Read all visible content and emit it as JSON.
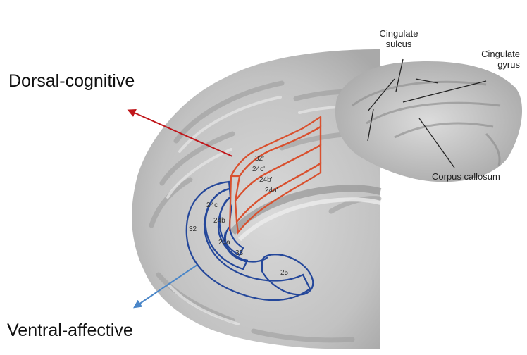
{
  "labels": {
    "dorsal": "Dorsal-cognitive",
    "ventral": "Ventral-affective",
    "cingulate_sulcus_line1": "Cingulate",
    "cingulate_sulcus_line2": "sulcus",
    "cingulate_gyrus_line1": "Cingulate",
    "cingulate_gyrus_line2": "gyrus",
    "corpus_callosum": "Corpus callosum"
  },
  "regions": {
    "dorsal": [
      "32'",
      "24c'",
      "24b'",
      "24a'"
    ],
    "ventral": [
      "32",
      "24c",
      "24b",
      "24a",
      "33",
      "25"
    ]
  },
  "colors": {
    "dorsal_outline": "#d9502e",
    "ventral_outline": "#24479a",
    "dorsal_arrow": "#c0161a",
    "ventral_arrow": "#4a86c8",
    "brain_fill": "#bdbdbd",
    "leader_line": "#222222"
  }
}
